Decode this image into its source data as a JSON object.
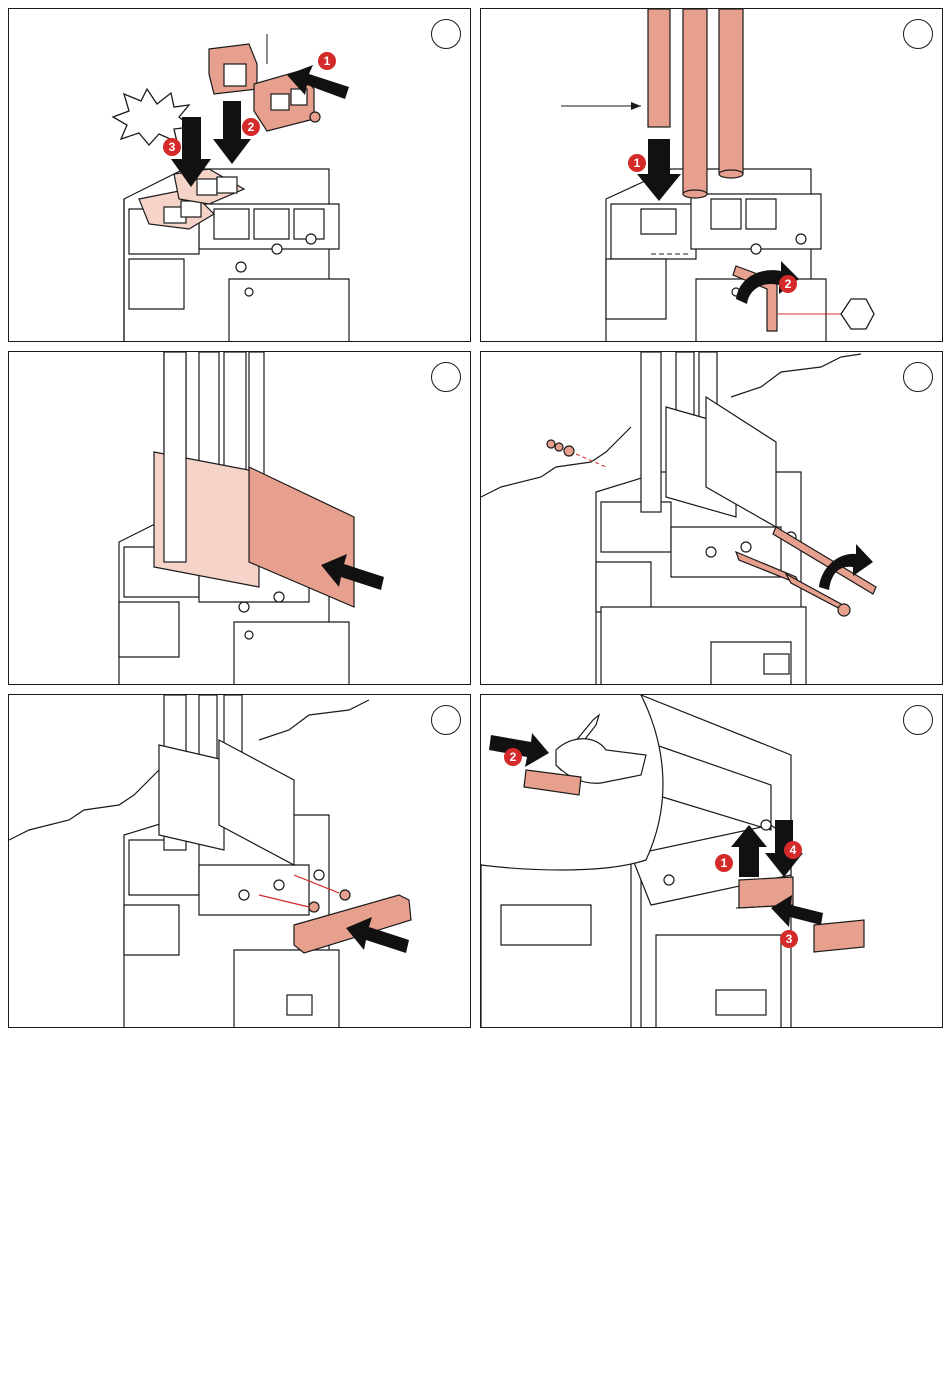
{
  "colors": {
    "copper": "#e8a08e",
    "copper_light": "#f6d3c8",
    "outline": "#1a1a1a",
    "badge_red": "#d42a2a",
    "arrow_black": "#111111"
  },
  "panels": [
    {
      "id": "panel-1",
      "step_circle_label": "",
      "badges": [
        "1",
        "2",
        "3"
      ]
    },
    {
      "id": "panel-2",
      "step_circle_label": "",
      "badges": [
        "1",
        "2"
      ]
    },
    {
      "id": "panel-3",
      "step_circle_label": "",
      "badges": []
    },
    {
      "id": "panel-4",
      "step_circle_label": "",
      "badges": []
    },
    {
      "id": "panel-5",
      "step_circle_label": "",
      "badges": []
    },
    {
      "id": "panel-6",
      "step_circle_label": "",
      "badges": [
        "2",
        "1",
        "4",
        "3"
      ]
    }
  ],
  "icons": {
    "hex_key_symbol": "hexagon-icon",
    "burst_symbol": "click-burst-icon",
    "push_arrow": "black-arrow-icon",
    "rotate_arrow": "rotate-arrow-icon"
  }
}
